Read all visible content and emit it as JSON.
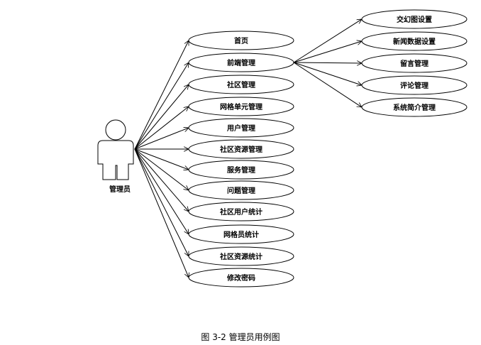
{
  "actor": {
    "label": "管理员"
  },
  "use_cases": [
    {
      "label": "首页"
    },
    {
      "label": "前端管理"
    },
    {
      "label": "社区管理"
    },
    {
      "label": "网格单元管理"
    },
    {
      "label": "用户管理"
    },
    {
      "label": "社区资源管理"
    },
    {
      "label": "服务管理"
    },
    {
      "label": "问题管理"
    },
    {
      "label": "社区用户统计"
    },
    {
      "label": "网格员统计"
    },
    {
      "label": "社区资源统计"
    },
    {
      "label": "修改密码"
    }
  ],
  "sub_use_cases": [
    {
      "label": "交幻图设置"
    },
    {
      "label": "新闻数据设置"
    },
    {
      "label": "留言管理"
    },
    {
      "label": "评论管理"
    },
    {
      "label": "系统简介管理"
    }
  ],
  "caption": "图 3-2 管理员用例图"
}
